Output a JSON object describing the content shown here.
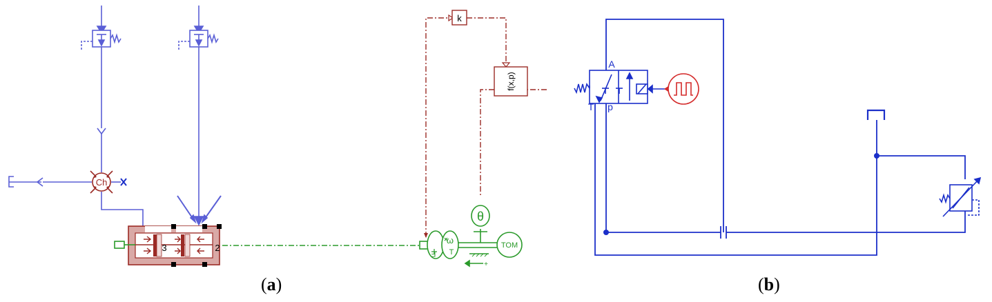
{
  "panel_a": {
    "caption_letter": "a",
    "chamber_symbol": "Ch",
    "gain_block": "k",
    "function_block": "f(x,p)",
    "port_3": "3",
    "port_2": "2",
    "omega_symbol": "ω",
    "force_symbol": "F",
    "torque_symbol": "T",
    "angle_symbol": "θ",
    "load_label": "TOM",
    "plus_sign": "+"
  },
  "panel_b": {
    "caption_letter": "b",
    "port_A": "A",
    "port_T": "T",
    "port_p": "p",
    "port_T_inner_1": "T",
    "port_T_inner_2": "T"
  },
  "colors": {
    "hydraulic_blue": "#5a5fd6",
    "circuit_blue": "#1b2fc9",
    "signal_red": "#9b2a25",
    "mechanical_green": "#2a9a2a",
    "body_fill": "#d9a9a6"
  }
}
